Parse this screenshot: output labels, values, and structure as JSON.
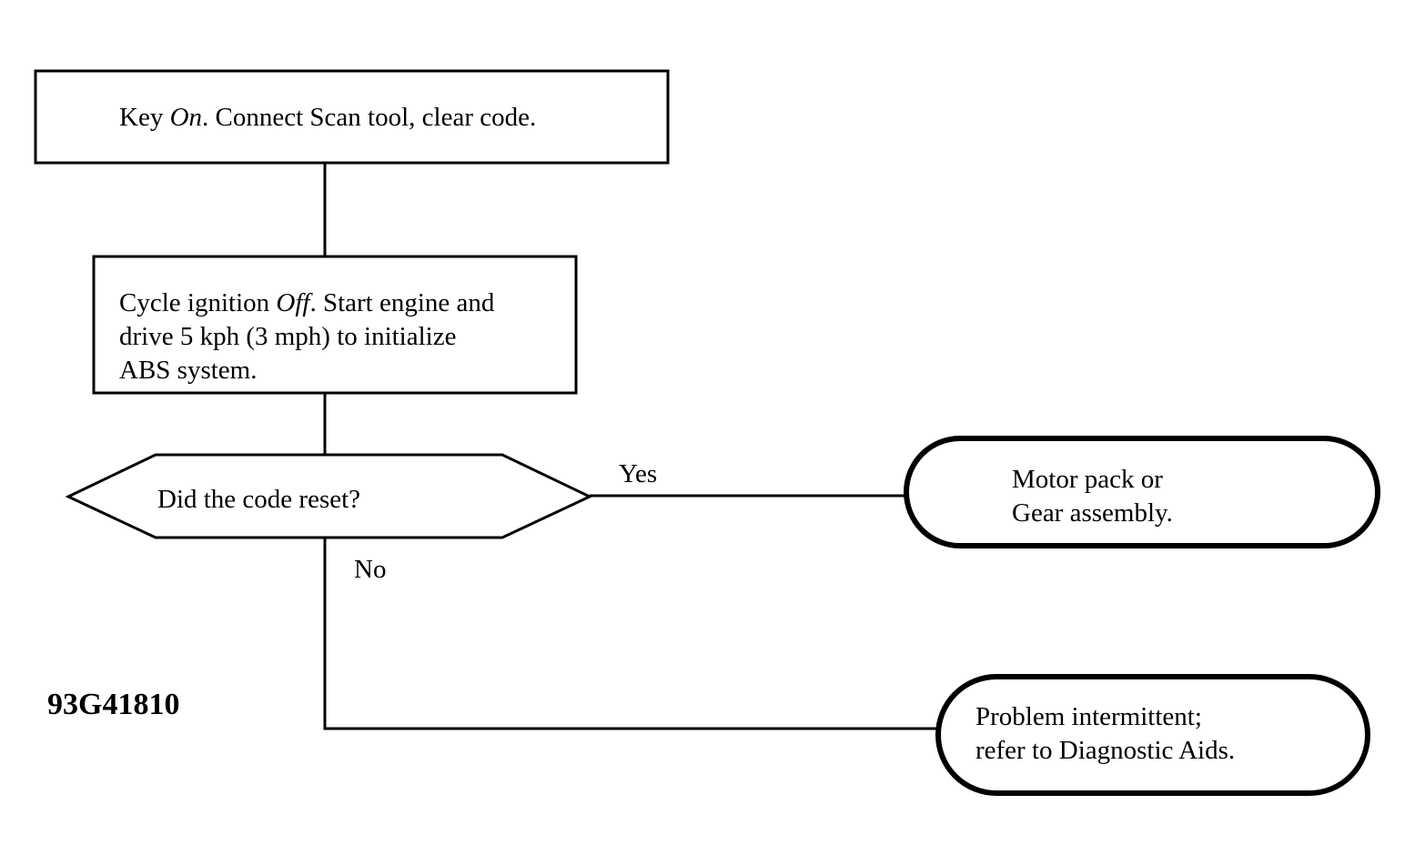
{
  "diagram_id": "93G41810",
  "steps": [
    {
      "text_before": "Key ",
      "text_em": "On",
      "text_after": ". Connect Scan tool, clear code."
    },
    {
      "line1_before": "Cycle ignition ",
      "line1_em": "Off",
      "line1_after": ". Start engine and",
      "line2": "drive 5 kph (3 mph) to initialize",
      "line3": "ABS system."
    }
  ],
  "decision": {
    "text": "Did the code reset?",
    "yes_label": "Yes",
    "no_label": "No"
  },
  "outcomes": {
    "yes": {
      "line1": "Motor pack or",
      "line2": "Gear assembly."
    },
    "no": {
      "line1": "Problem intermittent;",
      "line2": "refer to Diagnostic Aids."
    }
  }
}
